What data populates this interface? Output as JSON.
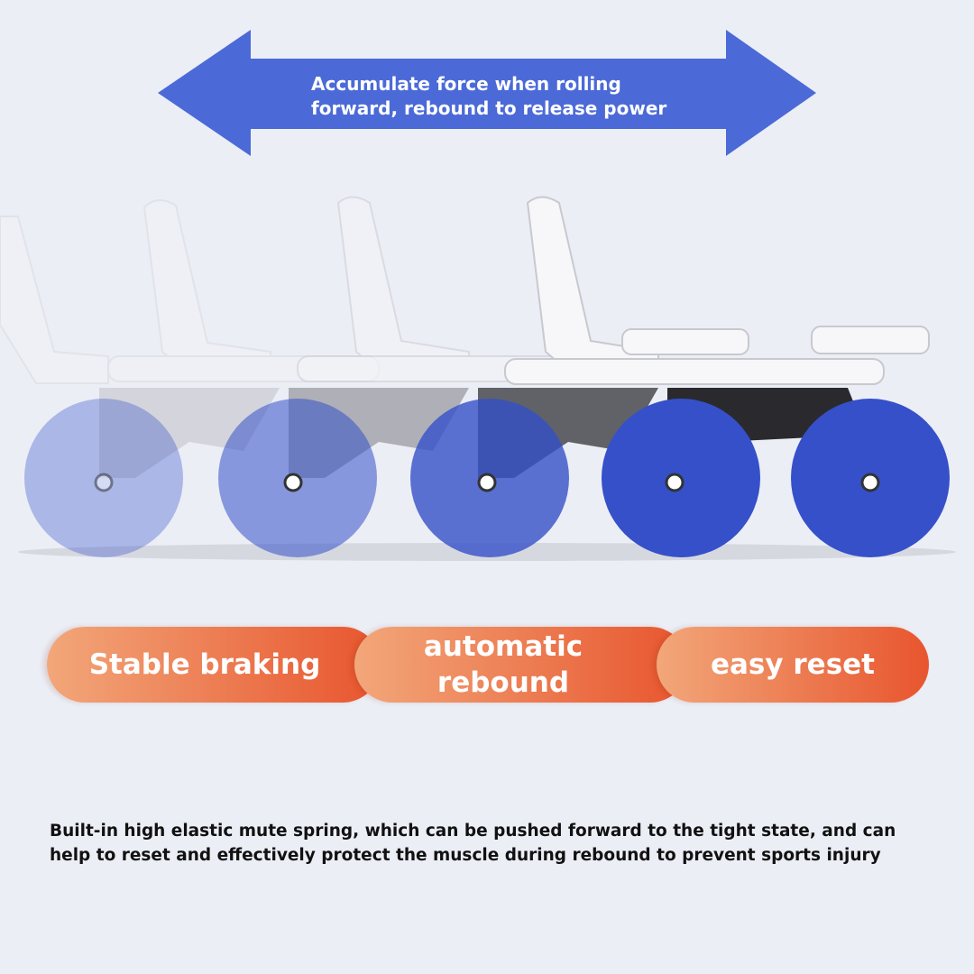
{
  "arrow": {
    "text_line1": "Accumulate force when rolling",
    "text_line2": "forward, rebound to release power",
    "color": "#4b6ad8"
  },
  "features": [
    {
      "label": "Stable braking"
    },
    {
      "label_line1": "automatic",
      "label_line2": "rebound"
    },
    {
      "label": "easy reset"
    }
  ],
  "description": {
    "line1": "Built-in high elastic mute spring, which can be pushed forward to the tight state, and can",
    "line2": "help to reset and effectively protect the muscle during rebound to prevent sports injury"
  },
  "colors": {
    "wheel": "#3550c8",
    "pill_start": "#f2a77a",
    "pill_end": "#e8552e"
  }
}
